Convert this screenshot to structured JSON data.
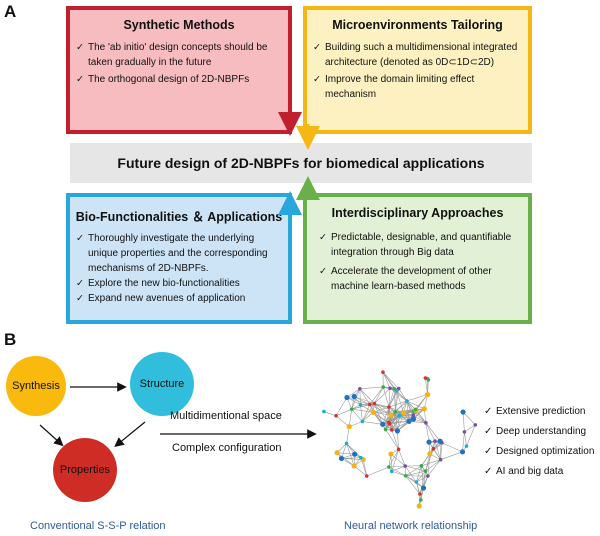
{
  "panel_a_letter": "A",
  "panel_b_letter": "B",
  "synthetic_methods": {
    "title": "Synthetic Methods",
    "items": [
      "The 'ab initio' design concepts should be taken gradually in the future",
      "The orthogonal design of 2D-NBPFs"
    ]
  },
  "microenvironments": {
    "title": "Microenvironments Tailoring",
    "items": [
      "Building such a multidimensional integrated architecture (denoted as 0D⊂1D⊂2D)",
      "Improve the domain limiting effect mechanism"
    ]
  },
  "center_banner": "Future design of 2D-NBPFs for biomedical applications",
  "bio_functionalities": {
    "title": "Bio-Functionalities ＆ Applications",
    "items": [
      "Thoroughly investigate the underlying unique properties and the corresponding mechanisms of 2D-NBPFs.",
      "Explore the new bio-functionalities",
      "Expand new avenues of application"
    ]
  },
  "interdisciplinary": {
    "title": "Interdisciplinary Approaches",
    "items": [
      "Predictable, designable, and quantifiable integration through Big data",
      "Accelerate the development of other machine learn-based methods"
    ]
  },
  "ssp": {
    "synthesis": "Synthesis",
    "structure": "Structure",
    "properties": "Properties",
    "caption": "Conventional S-S-P relation"
  },
  "middle": {
    "line1": "Multidimentional space",
    "line2": "Complex configuration"
  },
  "neural": {
    "caption": "Neural network relationship",
    "benefits": [
      "Extensive prediction",
      "Deep understanding",
      "Designed optimization",
      "AI and big data"
    ]
  },
  "colors": {
    "red": "#c0202e",
    "yellow": "#f4b715",
    "blue": "#27a7dc",
    "green": "#6ab04a"
  }
}
